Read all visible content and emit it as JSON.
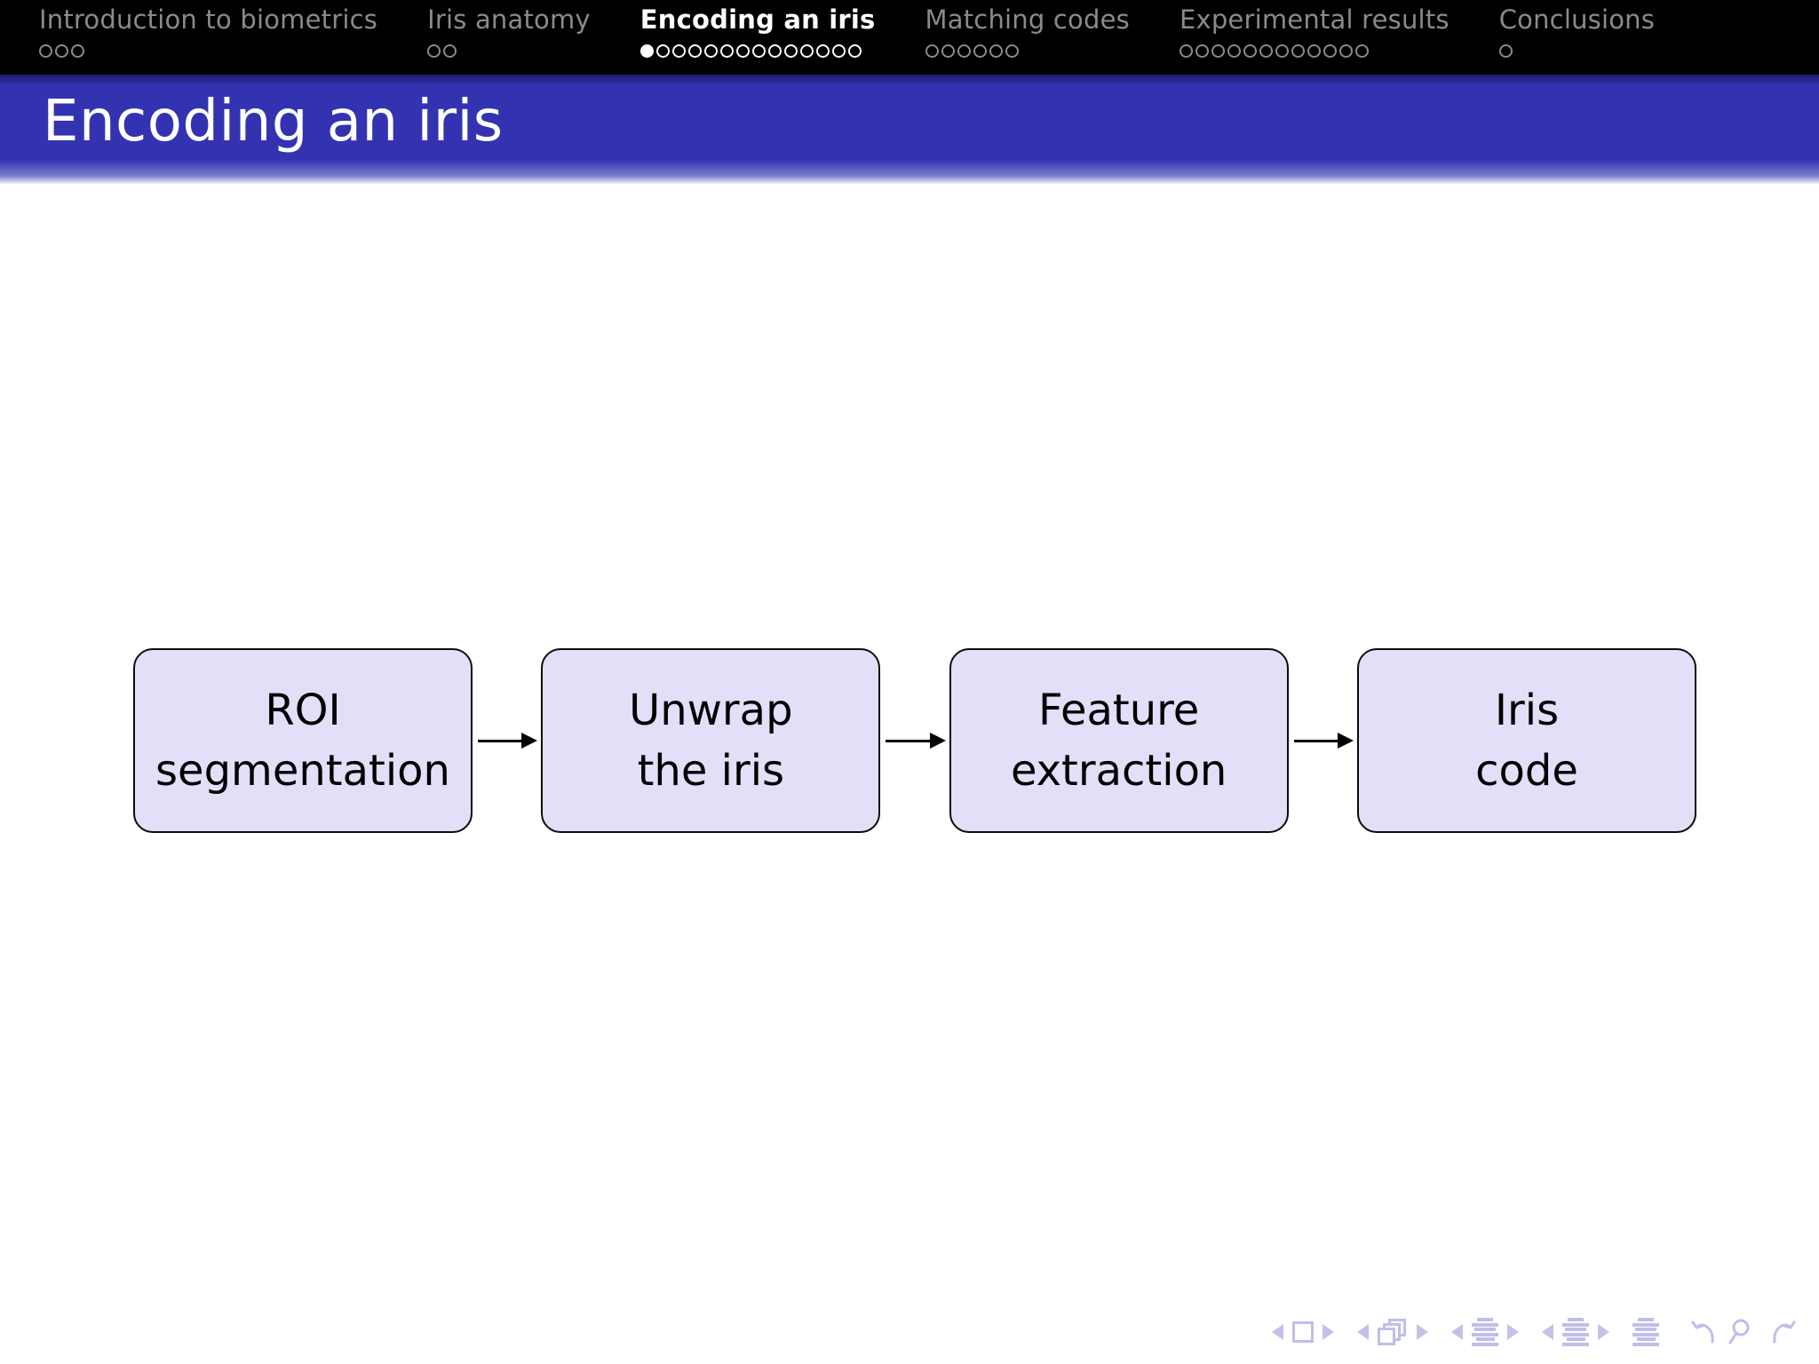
{
  "nav": {
    "sections": [
      {
        "label": "Introduction to biometrics",
        "dots": 3,
        "active": false,
        "current_dot": -1
      },
      {
        "label": "Iris anatomy",
        "dots": 2,
        "active": false,
        "current_dot": -1
      },
      {
        "label": "Encoding an iris",
        "dots": 14,
        "active": true,
        "current_dot": 0
      },
      {
        "label": "Matching codes",
        "dots": 6,
        "active": false,
        "current_dot": -1
      },
      {
        "label": "Experimental results",
        "dots": 12,
        "active": false,
        "current_dot": -1
      },
      {
        "label": "Conclusions",
        "dots": 1,
        "active": false,
        "current_dot": -1
      }
    ],
    "colors": {
      "bar_background": "#000000",
      "inactive_text": "#8a8a8a",
      "active_text": "#ffffff"
    }
  },
  "title": {
    "text": "Encoding an iris",
    "bar_color": "#3333b2",
    "text_color": "#ffffff"
  },
  "slide": {
    "background": "#ffffff"
  },
  "chart_data": {
    "type": "diagram",
    "subtype": "flowchart",
    "title": "Encoding an iris",
    "orientation": "left-to-right",
    "node_fill": "#e2dff8",
    "node_border": "#000000",
    "nodes": [
      {
        "id": "roi",
        "lines": [
          "ROI",
          "segmentation"
        ]
      },
      {
        "id": "unwrap",
        "lines": [
          "Unwrap",
          "the iris"
        ]
      },
      {
        "id": "feature",
        "lines": [
          "Feature",
          "extraction"
        ]
      },
      {
        "id": "iriscode",
        "lines": [
          "Iris",
          "code"
        ]
      }
    ],
    "edges": [
      {
        "from": "roi",
        "to": "unwrap",
        "style": "arrow"
      },
      {
        "from": "unwrap",
        "to": "feature",
        "style": "arrow"
      },
      {
        "from": "feature",
        "to": "iriscode",
        "style": "arrow"
      }
    ]
  },
  "nav_symbols": {
    "color": "#bfbfe8",
    "groups": [
      {
        "name": "slide-navigation",
        "icon": "slide-icon",
        "prev": "◀",
        "next": "▶"
      },
      {
        "name": "frame-navigation",
        "icon": "frames-icon",
        "prev": "◀",
        "next": "▶"
      },
      {
        "name": "subsection-navigation",
        "icon": "document-icon",
        "prev": "◀",
        "next": "▶"
      },
      {
        "name": "section-navigation",
        "icon": "document-icon",
        "prev": "◀",
        "next": "▶"
      },
      {
        "name": "presentation-overview",
        "icon": "document-icon",
        "prev": "",
        "next": ""
      },
      {
        "name": "back-search-forward",
        "icon": "undo-search-redo-icons",
        "prev": "",
        "next": ""
      }
    ]
  }
}
